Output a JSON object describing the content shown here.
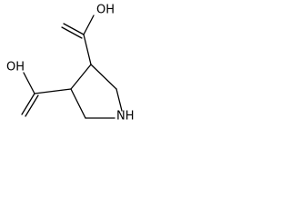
{
  "structure": {
    "labels": {
      "oh_top": "OH",
      "oh_left": "OH",
      "nh": "NH"
    },
    "colors": {
      "bond": "#000000",
      "text": "#000000",
      "background": "#ffffff"
    }
  }
}
